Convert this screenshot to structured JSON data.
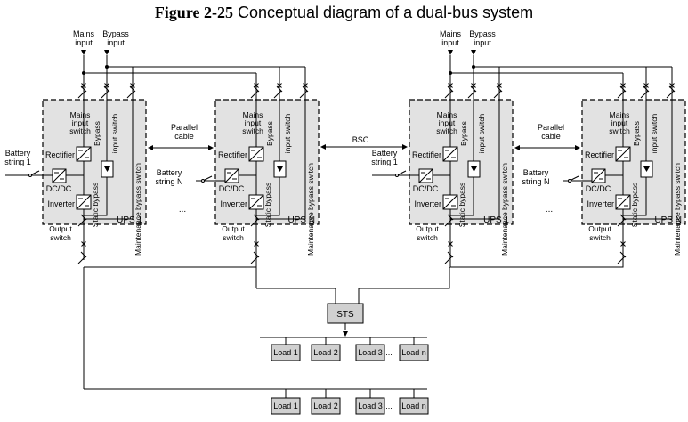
{
  "figure": {
    "number": "Figure 2-25",
    "caption": "Conceptual diagram of a dual-bus system"
  },
  "inputs": {
    "mains": [
      "Mains",
      "input"
    ],
    "bypass": [
      "Bypass",
      "input"
    ]
  },
  "links": {
    "parallel_cable": [
      "Parallel",
      "cable"
    ],
    "bsc": "BSC",
    "ellipsis": "..."
  },
  "systems": [
    {
      "units": [
        {
          "name": "UPS 1",
          "battery": [
            "Battery",
            "string 1"
          ]
        },
        {
          "name": "UPS N",
          "battery": [
            "Battery",
            "string N"
          ]
        }
      ]
    },
    {
      "units": [
        {
          "name": "UPS 1",
          "battery": [
            "Battery",
            "string 1"
          ]
        },
        {
          "name": "UPS N",
          "battery": [
            "Battery",
            "string N"
          ]
        }
      ]
    }
  ],
  "ups_labels": {
    "mains_input_switch": [
      "Mains",
      "input",
      "switch"
    ],
    "bypass_input_switch": [
      "Bypass",
      "input switch"
    ],
    "rectifier": "Rectifier",
    "dcdc": "DC/DC",
    "inverter": "Inverter",
    "static_bypass": "Static bypass",
    "maintenance_bypass_switch": "Maintenance bypass switch",
    "output_switch": [
      "Output",
      "switch"
    ]
  },
  "sts": {
    "label": "STS"
  },
  "load_groups": [
    {
      "loads": [
        "Load 1",
        "Load 2",
        "Load 3",
        "Load n"
      ],
      "ellipsis": "..."
    },
    {
      "loads": [
        "Load 1",
        "Load 2",
        "Load 3",
        "Load n"
      ],
      "ellipsis": "..."
    }
  ]
}
